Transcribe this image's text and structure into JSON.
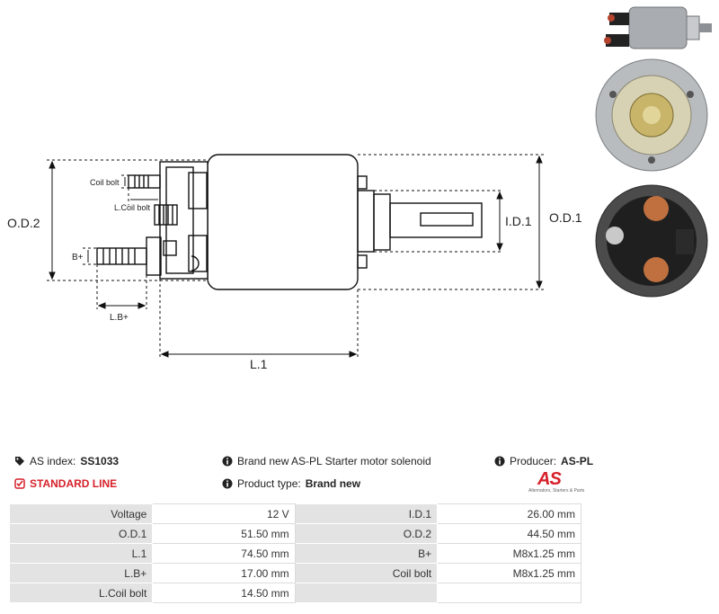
{
  "diagram": {
    "labels": {
      "od2": "O.D.2",
      "od1": "O.D.1",
      "id1": "I.D.1",
      "l1": "L.1",
      "lb": "L.B+",
      "bplus": "B+",
      "coil_bolt": "Coil bolt",
      "l_coil_bolt": "L.Coil bolt"
    }
  },
  "info": {
    "as_index_label": "AS index:",
    "as_index_value": "SS1033",
    "standard_line": "STANDARD LINE",
    "description": "Brand new AS-PL Starter motor solenoid",
    "product_type_label": "Product type:",
    "product_type_value": "Brand new",
    "producer_label": "Producer:",
    "producer_value": "AS-PL",
    "logo_mark": "AS",
    "logo_tagline": "Alternators, Starters & Parts",
    "accent_color": "#d6202a"
  },
  "specs": [
    {
      "l1": "Voltage",
      "v1": "12 V",
      "l2": "I.D.1",
      "v2": "26.00 mm"
    },
    {
      "l1": "O.D.1",
      "v1": "51.50 mm",
      "l2": "O.D.2",
      "v2": "44.50 mm"
    },
    {
      "l1": "L.1",
      "v1": "74.50 mm",
      "l2": "B+",
      "v2": "M8x1.25 mm"
    },
    {
      "l1": "L.B+",
      "v1": "17.00 mm",
      "l2": "Coil bolt",
      "v2": "M8x1.25 mm"
    },
    {
      "l1": "L.Coil bolt",
      "v1": "14.50 mm",
      "l2": "",
      "v2": ""
    }
  ],
  "icons": [
    "tag-icon",
    "check-icon",
    "info-icon"
  ]
}
